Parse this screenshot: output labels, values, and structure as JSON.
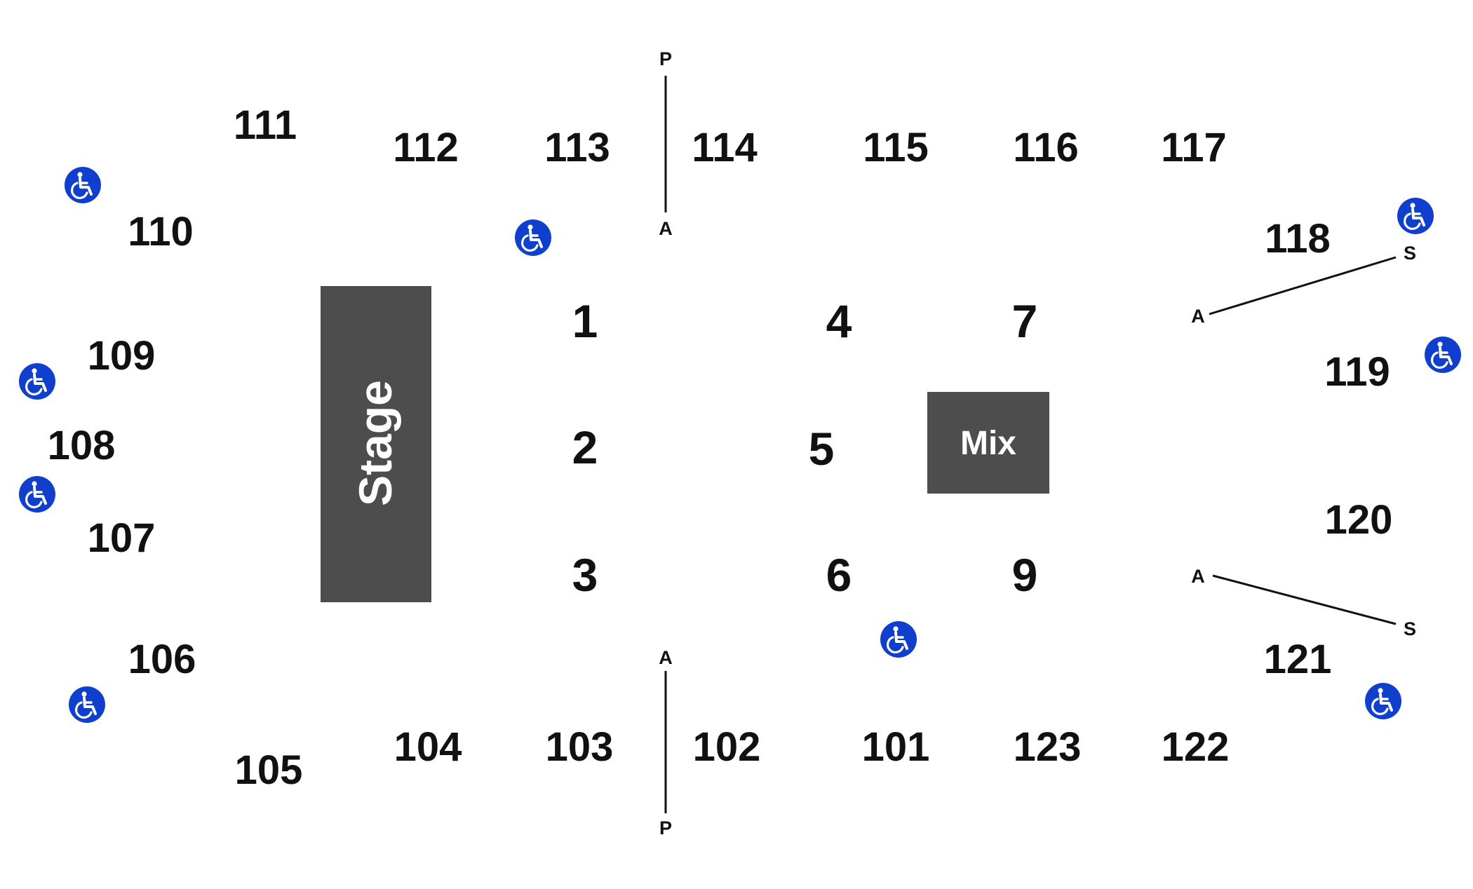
{
  "colors": {
    "block": "#4d4d4d",
    "block_text": "#ffffff",
    "label": "#111111",
    "accessible": "#0f3fcc",
    "accessible_symbol": "#ffffff",
    "divider": "#111111"
  },
  "icons": {
    "accessible": "wheelchair-icon"
  },
  "stage": {
    "label": "Stage"
  },
  "mix": {
    "label": "Mix"
  },
  "sections": {
    "s101": "101",
    "s102": "102",
    "s103": "103",
    "s104": "104",
    "s105": "105",
    "s106": "106",
    "s107": "107",
    "s108": "108",
    "s109": "109",
    "s110": "110",
    "s111": "111",
    "s112": "112",
    "s113": "113",
    "s114": "114",
    "s115": "115",
    "s116": "116",
    "s117": "117",
    "s118": "118",
    "s119": "119",
    "s120": "120",
    "s121": "121",
    "s122": "122",
    "s123": "123"
  },
  "floor": {
    "f1": "1",
    "f2": "2",
    "f3": "3",
    "f4": "4",
    "f5": "5",
    "f6": "6",
    "f7": "7",
    "f9": "9"
  },
  "dividers": {
    "top": {
      "start": "P",
      "end": "A"
    },
    "bottom": {
      "start": "A",
      "end": "P"
    },
    "right_upper": {
      "start": "A",
      "end": "S"
    },
    "right_lower": {
      "start": "A",
      "end": "S"
    }
  }
}
